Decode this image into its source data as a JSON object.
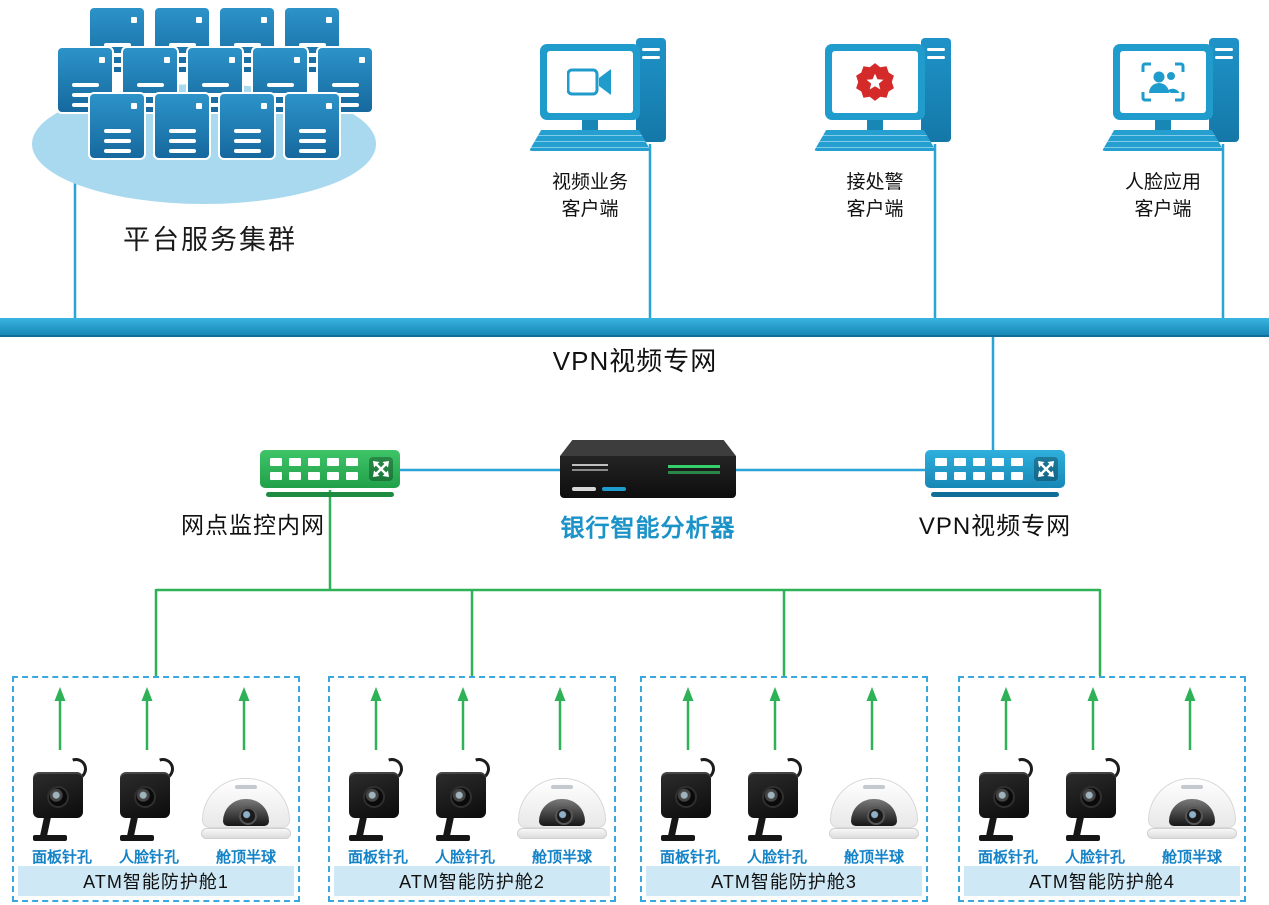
{
  "cluster": {
    "label": "平台服务集群",
    "server_count": 13
  },
  "clients": [
    {
      "label": "视频业务\n客户端",
      "icon": "video-camera-icon"
    },
    {
      "label": "接处警\n客户端",
      "icon": "alarm-badge-icon"
    },
    {
      "label": "人脸应用\n客户端",
      "icon": "face-recognition-icon"
    }
  ],
  "backbone": {
    "label": "VPN视频专网"
  },
  "lan_switch": {
    "label": "网点监控内网",
    "icon": "switch-crossover-icon"
  },
  "analyzer": {
    "label": "银行智能分析器"
  },
  "vpn_switch": {
    "label": "VPN视频专网",
    "icon": "switch-crossover-icon"
  },
  "cabins": [
    {
      "label": "ATM智能防护舱1",
      "cameras": [
        "面板针孔",
        "人脸针孔",
        "舱顶半球"
      ]
    },
    {
      "label": "ATM智能防护舱2",
      "cameras": [
        "面板针孔",
        "人脸针孔",
        "舱顶半球"
      ]
    },
    {
      "label": "ATM智能防护舱3",
      "cameras": [
        "面板针孔",
        "人脸针孔",
        "舱顶半球"
      ]
    },
    {
      "label": "ATM智能防护舱4",
      "cameras": [
        "面板针孔",
        "人脸针孔",
        "舱顶半球"
      ]
    }
  ],
  "colors": {
    "teal": "#1f9ccb",
    "line_teal": "#2aa3d6",
    "green": "#2eb157",
    "switch_green": "#21a04a",
    "cabin_border": "#3aa8dc",
    "cabin_bar_bg": "#cfe8f5",
    "camera_label": "#1583c7",
    "analyzer_label": "#1b93c8",
    "alarm_red": "#d42a2a",
    "cluster_ellipse": "#a9d9ef"
  }
}
